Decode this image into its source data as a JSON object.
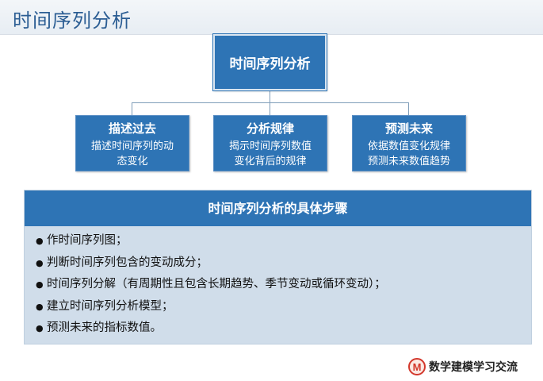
{
  "header": {
    "title": "时间序列分析"
  },
  "diagram": {
    "root": "时间序列分析",
    "children": [
      {
        "title": "描述过去",
        "desc": [
          "描述时间序列的动",
          "态变化"
        ]
      },
      {
        "title": "分析规律",
        "desc": [
          "揭示时间序列数值",
          "变化背后的规律"
        ]
      },
      {
        "title": "预测未来",
        "desc": [
          "依据数值变化规律",
          "预测未来数值趋势"
        ]
      }
    ]
  },
  "steps": {
    "title": "时间序列分析的具体步骤",
    "items": [
      "作时间序列图；",
      "判断时间序列包含的变动成分；",
      "时间序列分解（有周期性且包含长期趋势、季节变动或循环变动）；",
      "建立时间序列分析模型；",
      "预测未来的指标数值。"
    ]
  },
  "watermark": {
    "logo_letter": "M",
    "text": "数学建模学习交流"
  },
  "colors": {
    "node_fill": "#2e74b5",
    "panel_fill": "#d0ddea",
    "title_text": "#2b5d93",
    "connector": "#7f9db9"
  }
}
